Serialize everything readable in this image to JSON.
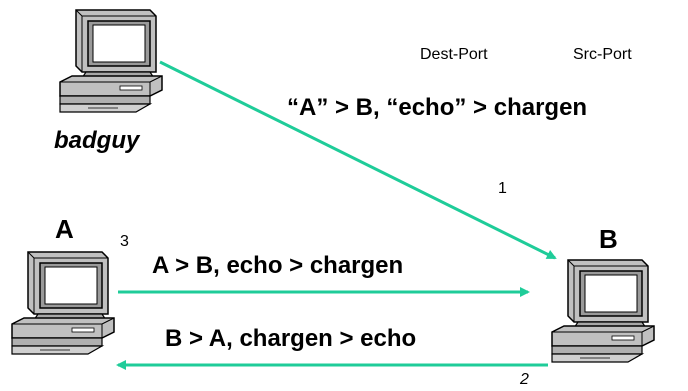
{
  "labels": {
    "dest_port": "Dest-Port",
    "src_port": "Src-Port",
    "spoofed_message": "“A” > B, “echo” > chargen",
    "badguy": "badguy",
    "host_a": "A",
    "host_b": "B",
    "step_1": "1",
    "step_2": "2",
    "step_3": "3",
    "a_to_b": "A > B, echo > chargen",
    "b_to_a": "B > A, chargen > echo"
  },
  "colors": {
    "arrow": "#1fcc99",
    "computer_body": "#c0c0c0",
    "screen": "#ffffff",
    "outline": "#000000"
  },
  "icons": {
    "computer": "desktop-computer-icon"
  }
}
